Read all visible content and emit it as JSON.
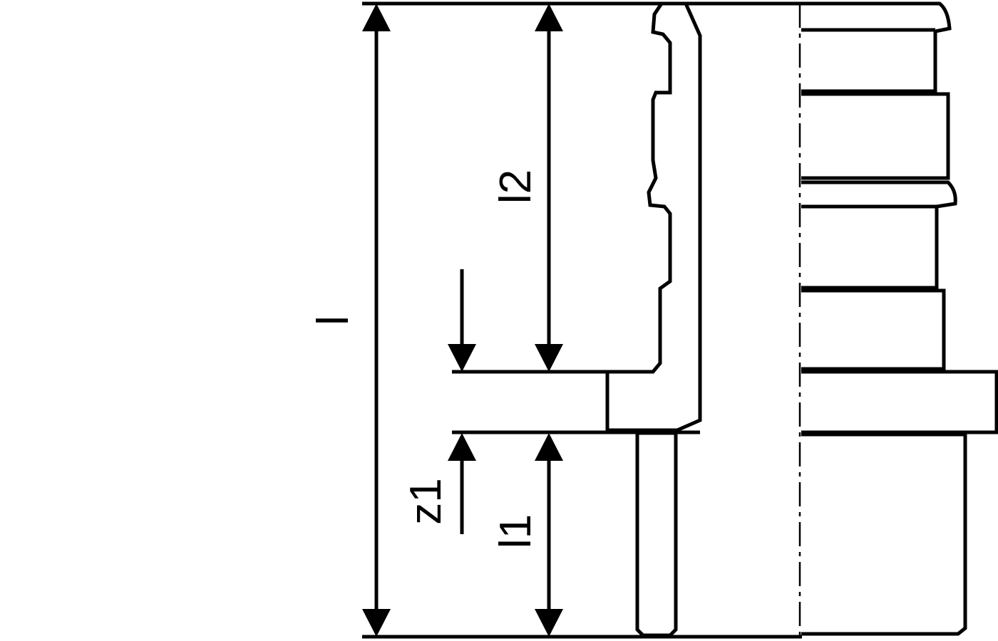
{
  "drawing": {
    "labels": {
      "total_length": "l",
      "length_2": "l2",
      "length_1": "l1",
      "offset": "z1"
    }
  }
}
